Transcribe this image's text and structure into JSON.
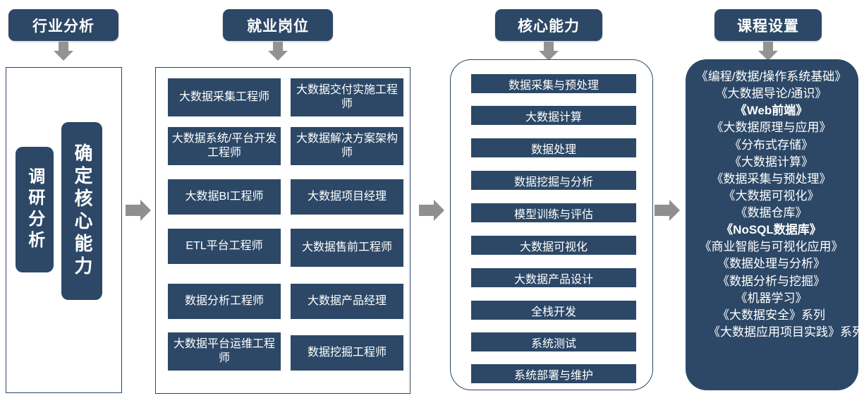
{
  "colors": {
    "dark_blue": "#2c4866",
    "arrow_gray": "#8f8f8f",
    "white": "#ffffff"
  },
  "headers": [
    {
      "id": "industry-analysis",
      "label": "行业分析"
    },
    {
      "id": "employment-positions",
      "label": "就业岗位"
    },
    {
      "id": "core-abilities",
      "label": "核心能力"
    },
    {
      "id": "course-setup",
      "label": "课程设置"
    }
  ],
  "industry_analysis": {
    "items": [
      {
        "id": "research-analysis",
        "label": "调研分析"
      },
      {
        "id": "determine-core-ability",
        "label": "确定核心能力"
      }
    ]
  },
  "employment_positions": {
    "left_column": [
      "大数据采集工程师",
      "大数据系统/平台开发工程师",
      "大数据BI工程师",
      "ETL平台工程师",
      "数据分析工程师",
      "大数据平台运维工程师"
    ],
    "right_column": [
      "大数据交付实施工程师",
      "大数据解决方案架构师",
      "大数据项目经理",
      "大数据售前工程师",
      "大数据产品经理",
      "数据挖掘工程师"
    ]
  },
  "core_abilities": {
    "items": [
      "数据采集与预处理",
      "大数据计算",
      "数据处理",
      "数据挖掘与分析",
      "模型训练与评估",
      "大数据可视化",
      "大数据产品设计",
      "全栈开发",
      "系统测试",
      "系统部署与维护"
    ]
  },
  "course_setup": {
    "items": [
      "《编程/数据/操作系统基础》",
      "《大数据导论/通识》",
      "《Web前端》",
      "《大数据原理与应用》",
      "《分布式存储》",
      "《大数据计算》",
      "《数据采集与预处理》",
      "《大数据可视化》",
      "《数据仓库》",
      "《NoSQL数据库》",
      "《商业智能与可视化应用》",
      "《数据处理与分析》",
      "《数据分析与挖掘》",
      "《机器学习》",
      "《大数据安全》系列",
      "《大数据应用项目实践》系列"
    ]
  },
  "flow_arrows": {
    "down_arrow_name": "down-arrow-icon",
    "right_arrow_name": "right-arrow-icon"
  }
}
